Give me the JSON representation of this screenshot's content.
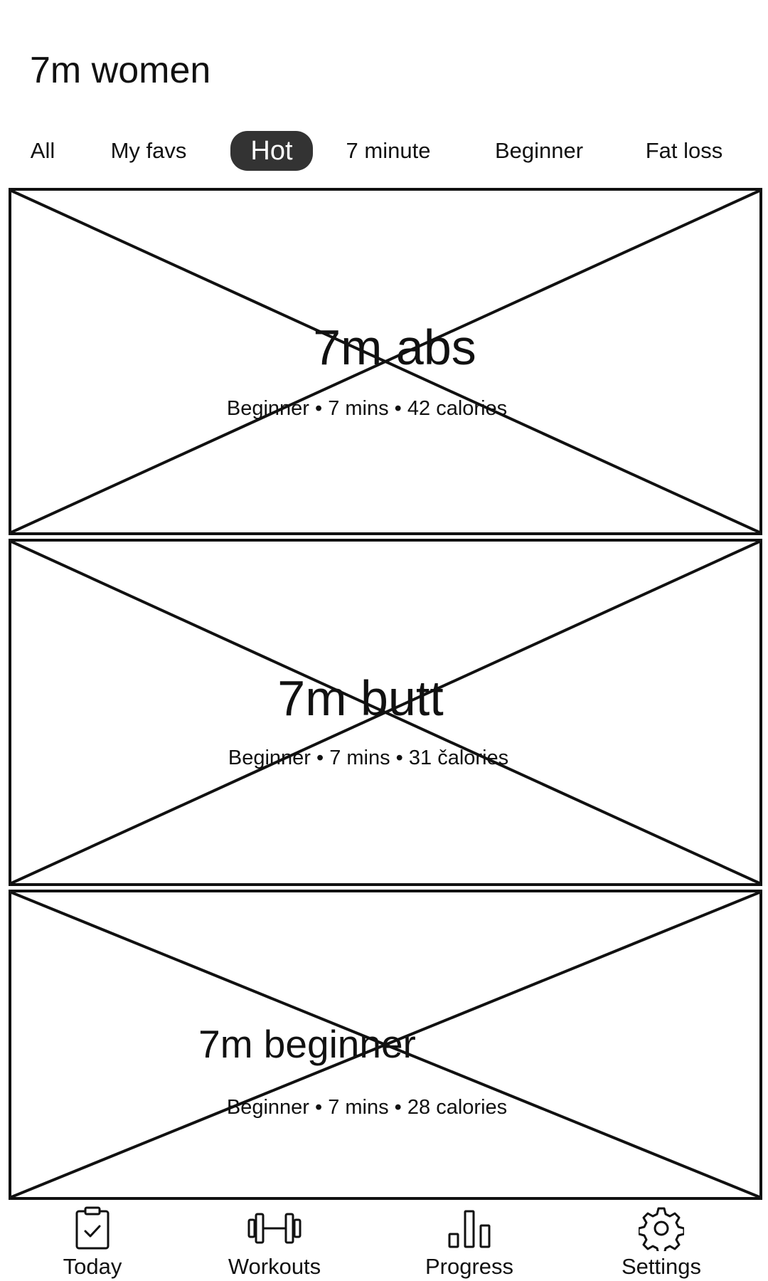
{
  "app": {
    "title": "7m women"
  },
  "tabs": [
    {
      "label": "All"
    },
    {
      "label": "My favs"
    },
    {
      "label": "Hot",
      "active": true
    },
    {
      "label": "7 minute"
    },
    {
      "label": "Beginner"
    },
    {
      "label": "Fat loss"
    }
  ],
  "workouts": [
    {
      "title": "7m abs",
      "subtitle": "Beginner • 7 mins • 42 calories"
    },
    {
      "title": "7m butt",
      "subtitle": "Beginner • 7 mins • 31 čalories"
    },
    {
      "title": "7m beginner",
      "subtitle": "Beginner • 7 mins • 28 calories"
    }
  ],
  "nav": [
    {
      "label": "Today",
      "icon": "clipboard-check-icon"
    },
    {
      "label": "Workouts",
      "icon": "dumbbell-icon"
    },
    {
      "label": "Progress",
      "icon": "bar-chart-icon"
    },
    {
      "label": "Settings",
      "icon": "gear-icon"
    }
  ],
  "colors": {
    "active_tab_bg": "#333333",
    "active_tab_text": "#ffffff",
    "stroke": "#111111"
  }
}
